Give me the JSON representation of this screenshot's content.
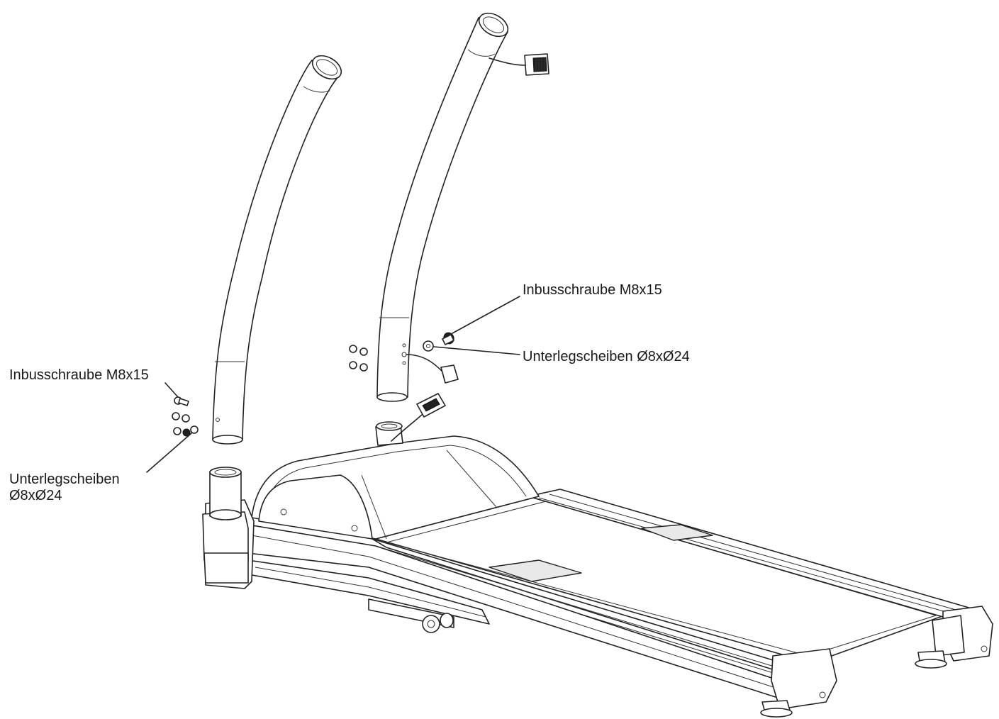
{
  "labels": {
    "right_screw": "Inbusschraube M8x15",
    "right_washer": "Unterlegscheiben Ø8xØ24",
    "left_screw": "Inbusschraube M8x15",
    "left_washer_line1": "Unterlegscheiben",
    "left_washer_line2": "Ø8xØ24"
  }
}
